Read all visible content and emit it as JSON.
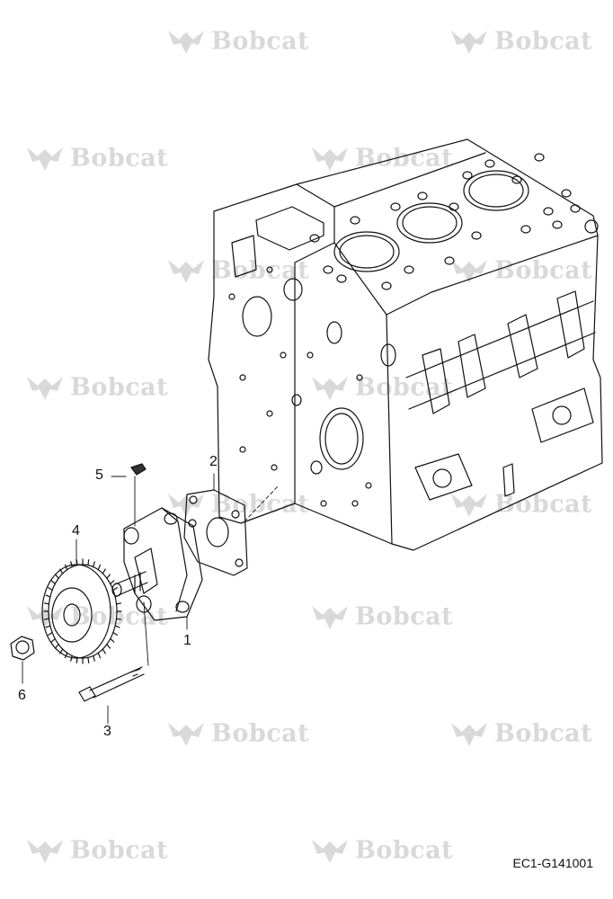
{
  "watermark": {
    "text": "Bobcat",
    "icon": "bobcat-logo-icon",
    "color": "#d9d9d9"
  },
  "callouts": {
    "c1": "1",
    "c2": "2",
    "c3": "3",
    "c4": "4",
    "c5": "5",
    "c6": "6"
  },
  "figure_id": "EC1-G141001"
}
